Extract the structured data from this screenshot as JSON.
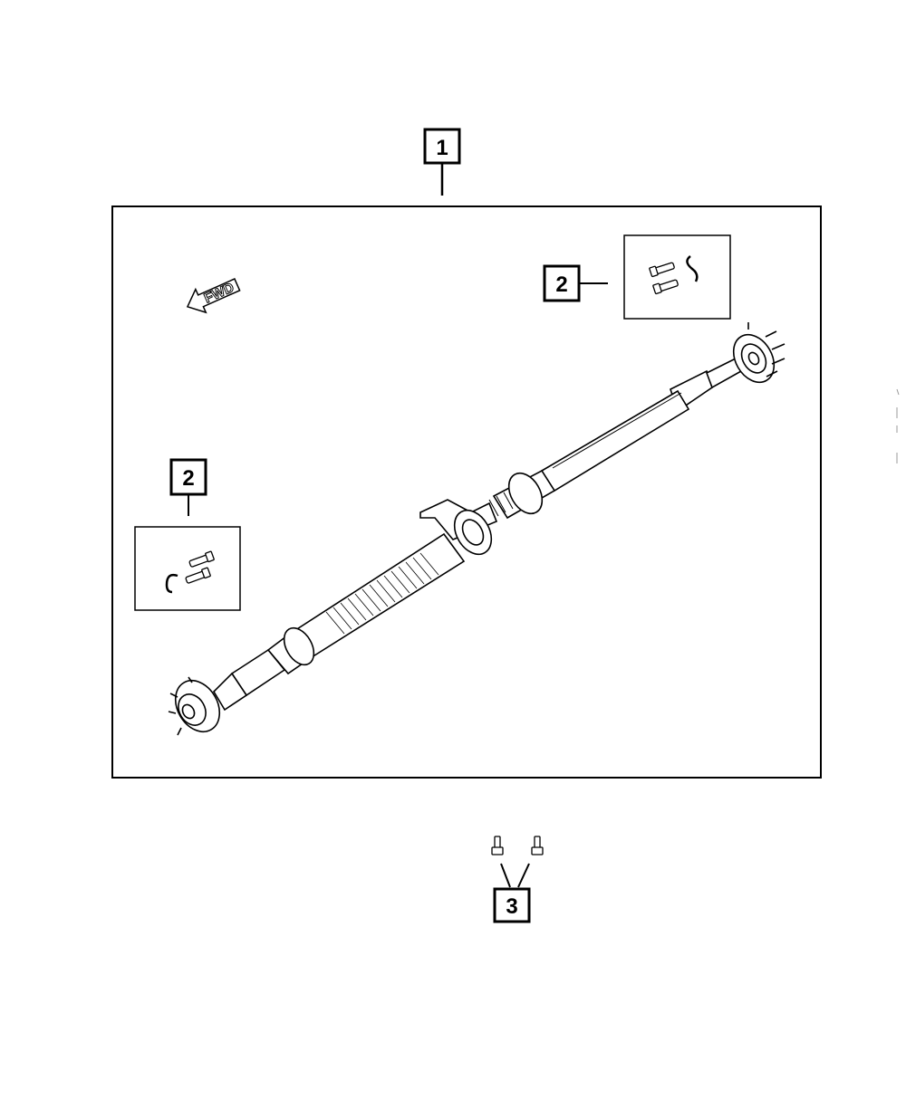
{
  "callouts": {
    "main": "1",
    "hardware_upper": "2",
    "hardware_left": "2",
    "bolts": "3"
  },
  "direction_arrow": {
    "label": "FWD"
  },
  "colors": {
    "line": "#000000",
    "background": "#ffffff"
  }
}
